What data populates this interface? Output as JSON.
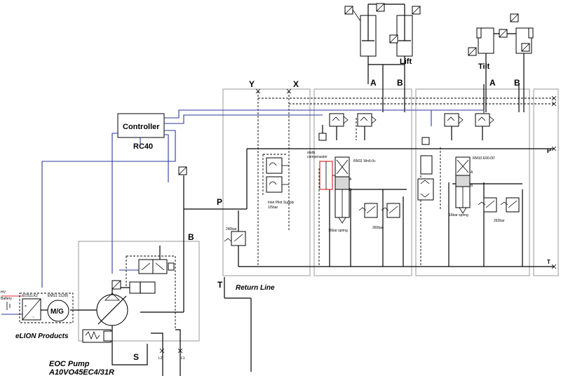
{
  "labels": {
    "controller": "Controller",
    "rc40": "RC40",
    "lift": "Lift",
    "tilt": "Tilt",
    "port_y": "Y",
    "port_x": "X",
    "port_a1": "A",
    "port_b1": "B",
    "port_a2": "A",
    "port_b2": "B",
    "port_p": "P",
    "port_b_pump": "B",
    "port_t": "T",
    "port_s": "S",
    "return_line": "Return Line",
    "port_p_right": "P",
    "port_t_right": "T",
    "port_l1": "L1",
    "port_l2": "L2",
    "mg": "M/G",
    "eds": "EDS1LK2",
    "ems": "EMS1 1SJ00",
    "hv_battery": "HV\nBattery",
    "hv_1": "HV",
    "hv_2": "Battery",
    "elion": "eLION Products",
    "eoc_pump_1": "EOC Pump",
    "eoc_pump_2": "A10VO45EC4/31R",
    "inlet_pilot_1": "Inlet Pilot Supply",
    "inlet_pilot_2": "1/5bar",
    "relief_240": "240bar",
    "stalls_comp_1": "stalls",
    "stalls_comp_2": "compensator",
    "rm11": "RM11 Wn6-0c",
    "rm10": "RM10 E90-00'",
    "spring_16a": "16bar spring",
    "spring_16b": "16bar spring",
    "relief_260": "260bar",
    "relief_262": "262bar",
    "port_a_v1": "A",
    "port_b_v1": "B",
    "port_a_v2": "A",
    "port_b_v2": "B"
  },
  "colors": {
    "signal": "#2b3a9a",
    "highlight": "#d43030",
    "box_outline": "#999999"
  }
}
